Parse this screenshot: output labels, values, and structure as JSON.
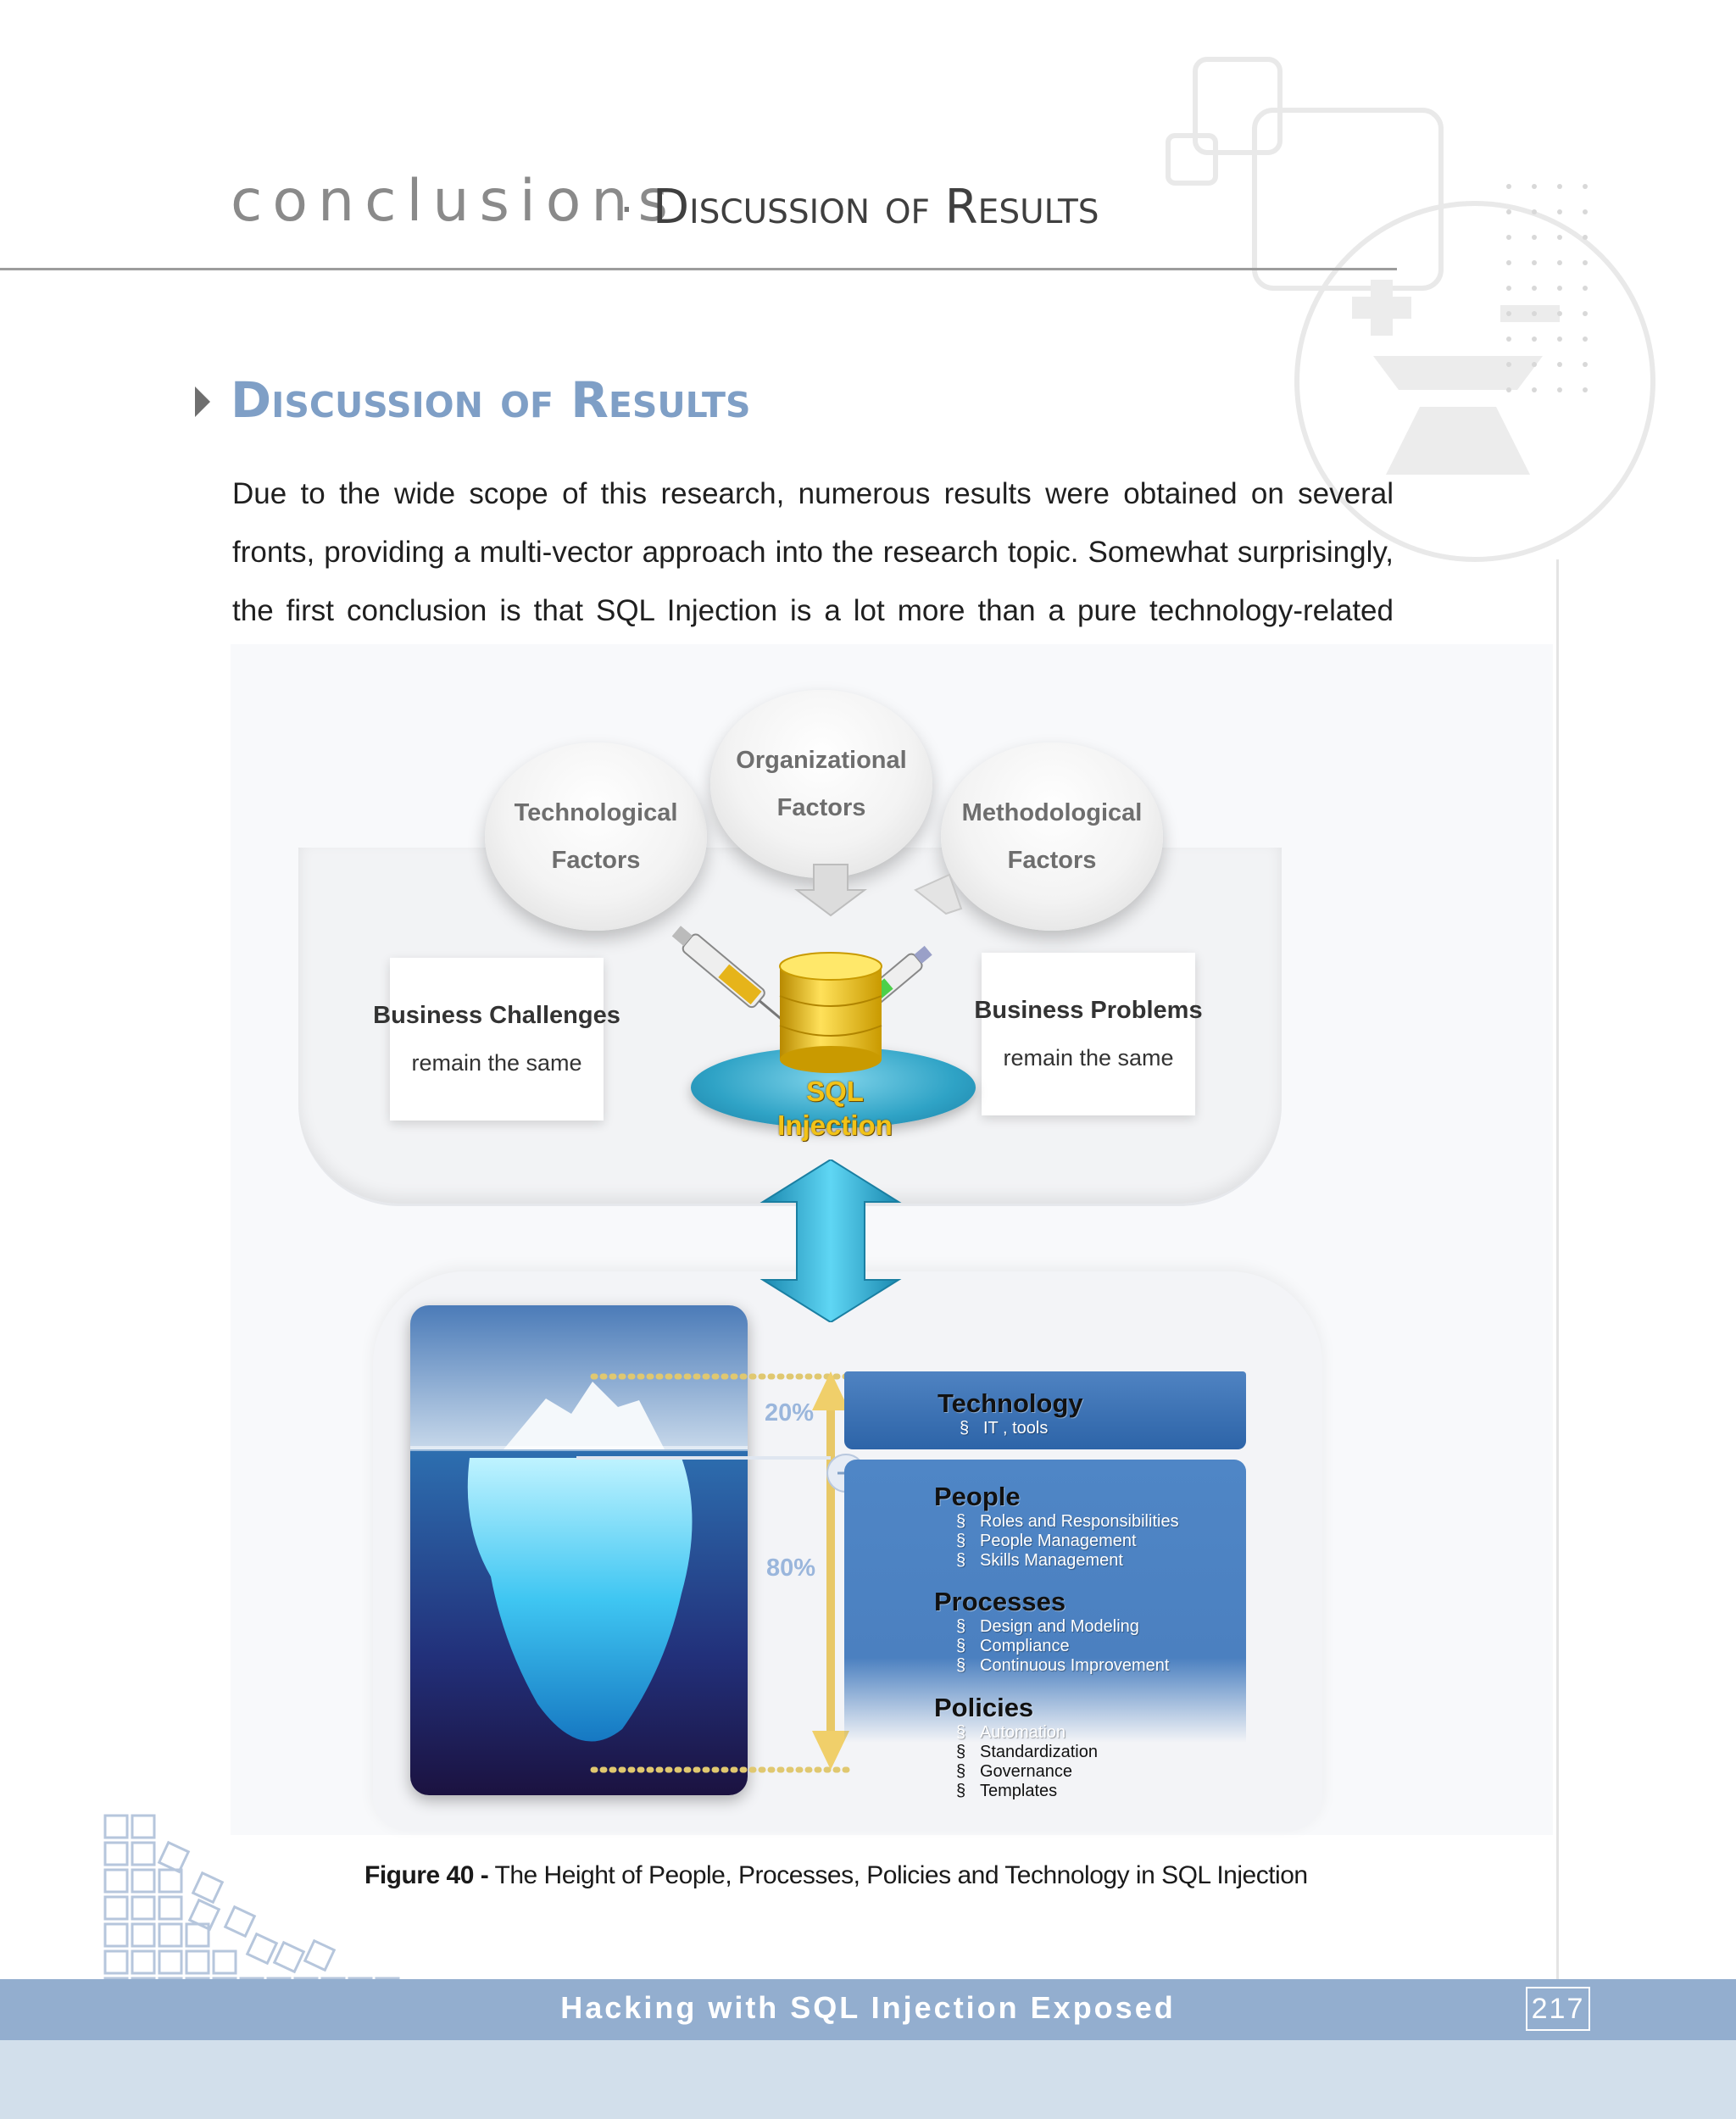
{
  "header": {
    "chapter": "conclusions",
    "separator": "·",
    "section": "Discussion of Results"
  },
  "section": {
    "title": "Discussion of Results",
    "paragraph": "Due to the wide scope of this research, numerous results were obtained on several fronts, providing a multi-vector approach into the research topic. Somewhat surprisingly, the first conclusion is that SQL Injection is a lot more than a pure technology-related topic."
  },
  "figure": {
    "bubbles": {
      "technological": [
        "Technological",
        "Factors"
      ],
      "organizational": [
        "Organizational",
        "Factors"
      ],
      "methodological": [
        "Methodological",
        "Factors"
      ]
    },
    "left_box": {
      "title": "Business Challenges",
      "subtitle": "remain the same"
    },
    "right_box": {
      "title": "Business Problems",
      "subtitle": "remain the same"
    },
    "center_label": [
      "SQL",
      "Injection"
    ],
    "pct_top": "20%",
    "pct_bottom": "80%",
    "technology": {
      "title": "Technology",
      "items": [
        "IT , tools"
      ]
    },
    "people": {
      "title": "People",
      "items": [
        "Roles and Responsibilities",
        "People Management",
        "Skills Management"
      ]
    },
    "processes": {
      "title": "Processes",
      "items": [
        "Design and Modeling",
        "Compliance",
        "Continuous Improvement"
      ]
    },
    "policies": {
      "title": "Policies",
      "items": [
        "Automation",
        "Standardization",
        "Governance",
        "Templates"
      ]
    },
    "bullet": "§",
    "caption_label": "Figure 40 -",
    "caption_text": "The  Height of People, Processes, Policies and Technology in SQL Injection"
  },
  "footer": {
    "title": "Hacking with SQL Injection Exposed",
    "page_number": "217"
  },
  "colors": {
    "section_title": "#7f9fc6",
    "box_blue": "#4b80c0",
    "footer_bar": "#93aecf",
    "footer_bottom": "#d2dfeb"
  }
}
